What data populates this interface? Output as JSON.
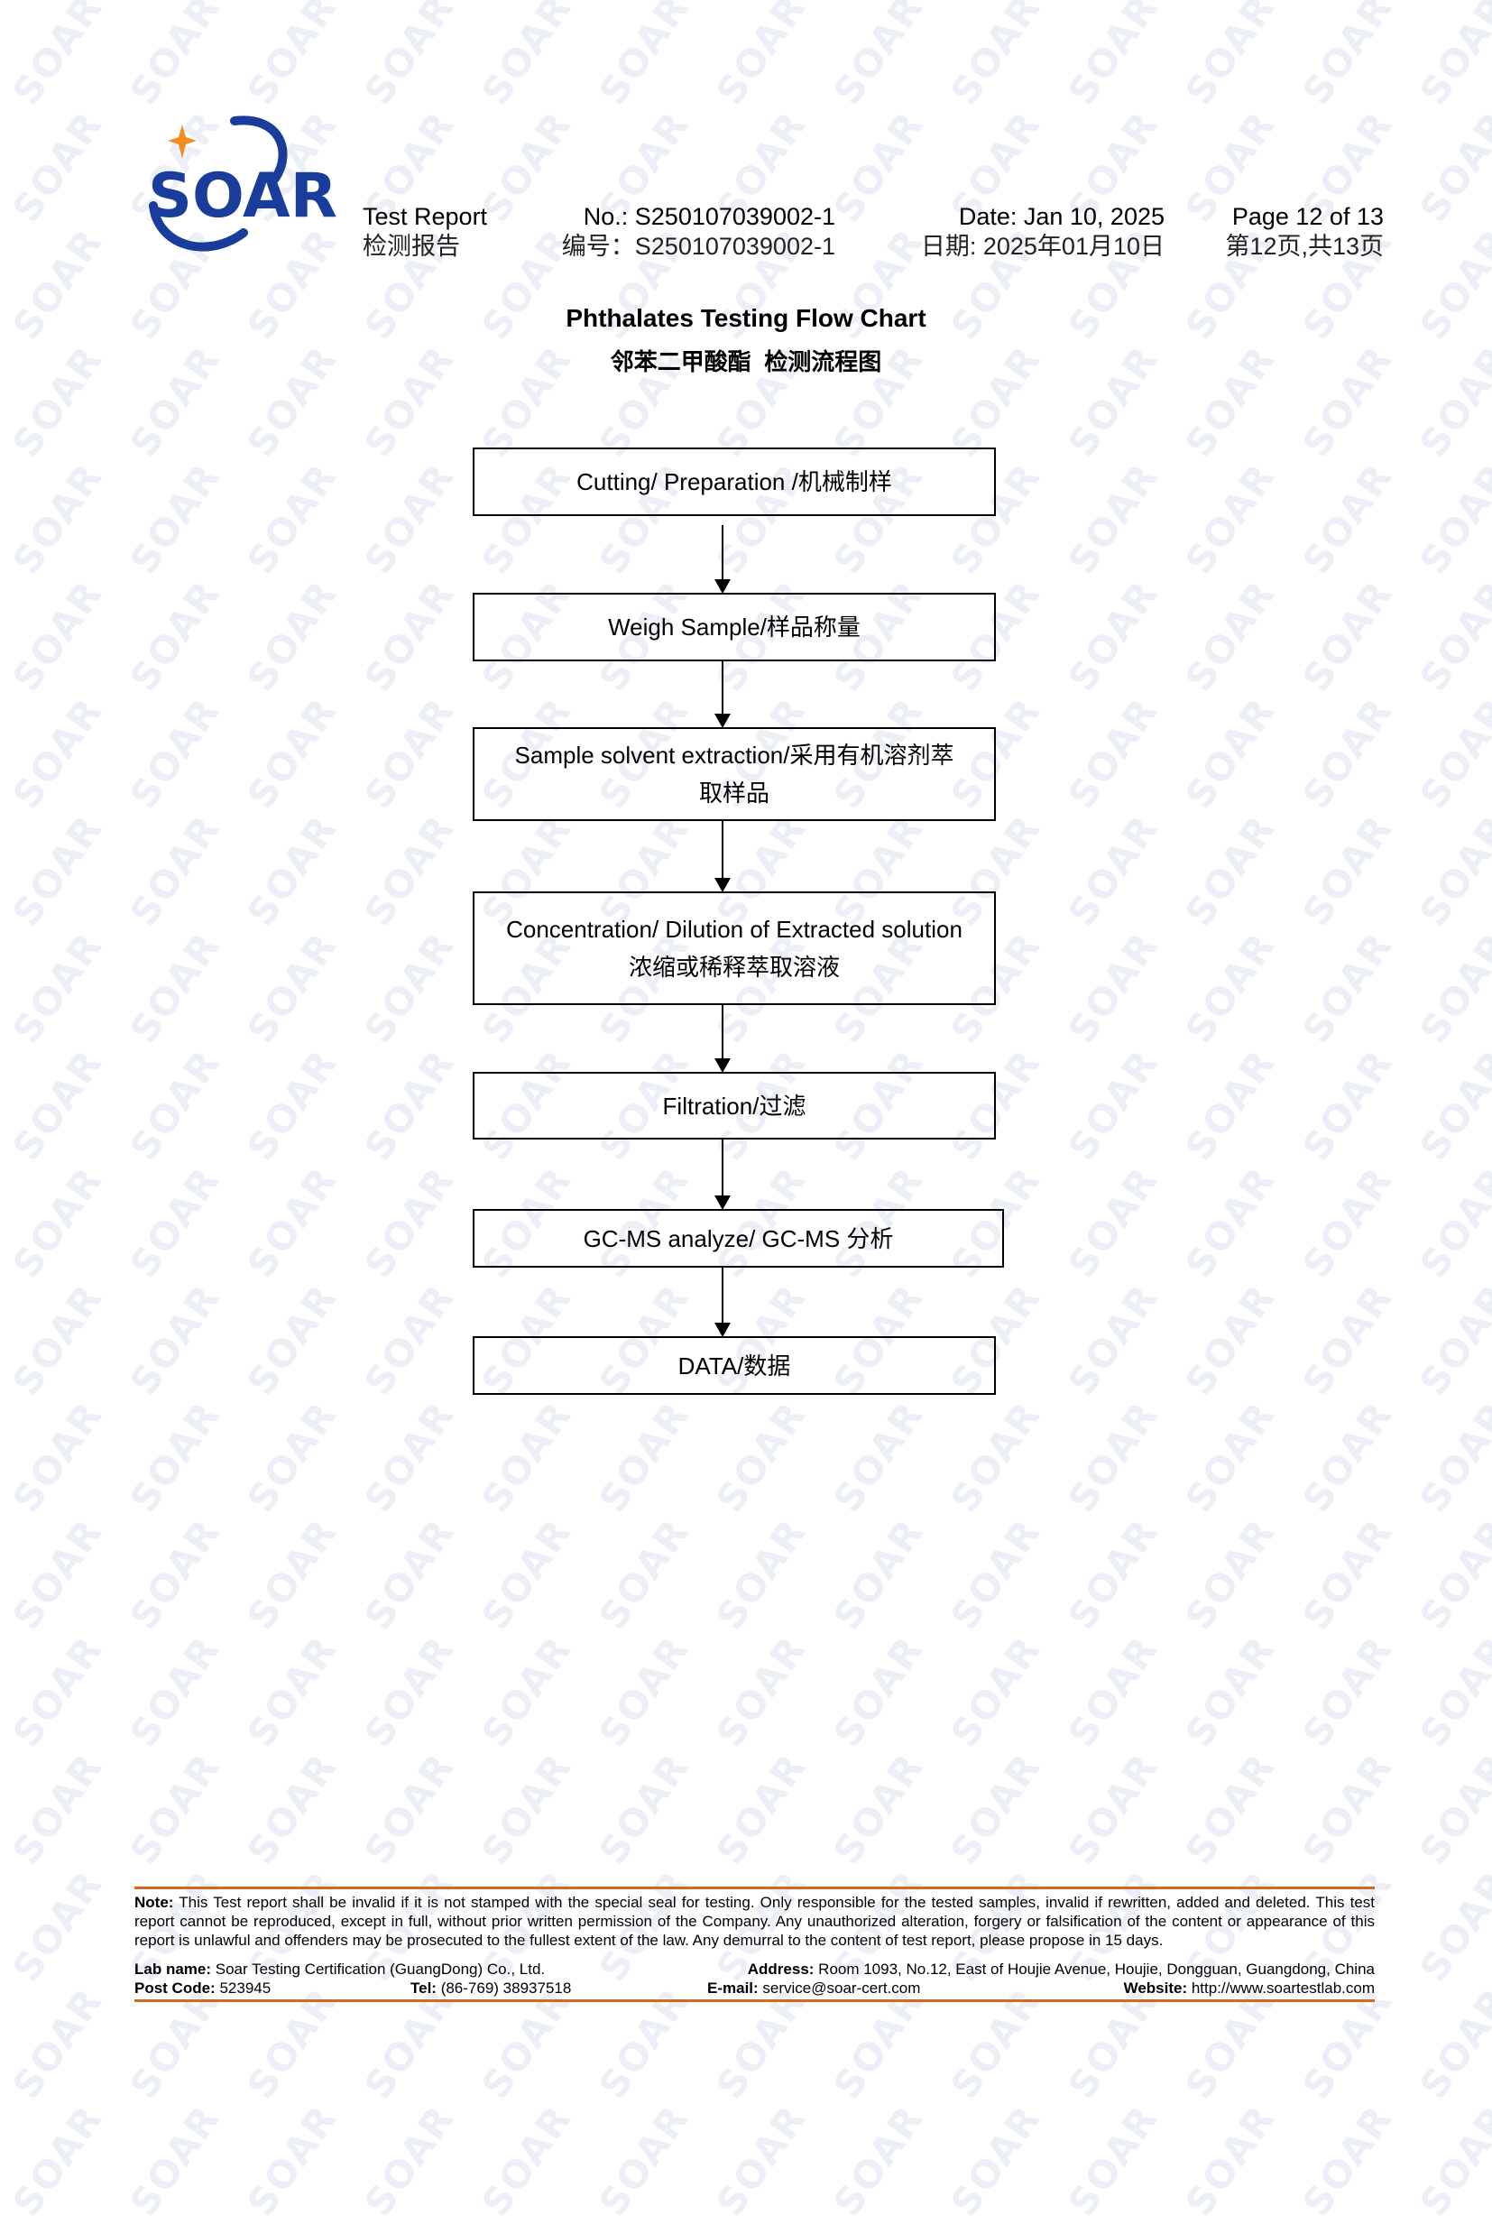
{
  "watermark": "SOAR",
  "logo": {
    "text": "SOAR",
    "colors": {
      "blue": "#1a3d9c",
      "star": "#f28c1e"
    }
  },
  "header": {
    "report_en": "Test Report",
    "report_cn": "检测报告",
    "no_en": "No.: S250107039002-1",
    "no_cn": "编号：S250107039002-1",
    "date_en": "Date: Jan 10, 2025",
    "date_cn": "日期: 2025年01月10日",
    "page_en": "Page 12 of 13",
    "page_cn": "第12页,共13页"
  },
  "title": "Phthalates Testing Flow Chart",
  "subtitle": "邻苯二甲酸酯  检测流程图",
  "flow_steps": [
    {
      "line1": "Cutting/ Preparation /机械制样"
    },
    {
      "line1": "Weigh Sample/样品称量"
    },
    {
      "line1": "Sample solvent extraction/采用有机溶剂萃",
      "line2": "取样品"
    },
    {
      "line1": "Concentration/ Dilution of Extracted solution",
      "line2": "浓缩或稀释萃取溶液"
    },
    {
      "line1": "Filtration/过滤"
    },
    {
      "line1": "GC-MS analyze/ GC-MS 分析"
    },
    {
      "line1": "DATA/数据"
    }
  ],
  "footer": {
    "accent_color": "#d2691e",
    "note_label": "Note:",
    "note_text": " This Test report shall be invalid if it is not stamped with the special seal for testing. Only responsible for the tested samples, invalid if rewritten, added and deleted. This test report cannot be reproduced, except in full, without prior written permission of the Company.   Any unauthorized alteration, forgery or falsification of the content or appearance of this report is unlawful and offenders may be prosecuted to the fullest extent of the law. Any demurral to the content of test report, please propose in 15 days.",
    "lab_label": "Lab name:",
    "lab_value": " Soar Testing Certification (GuangDong) Co., Ltd.",
    "address_label": "Address:",
    "address_value": " Room 1093, No.12, East of Houjie Avenue, Houjie, Dongguan, Guangdong, China",
    "post_label": "Post Code:",
    "post_value": " 523945",
    "tel_label": "Tel:",
    "tel_value": " (86-769) 38937518",
    "email_label": "E-mail:",
    "email_value": " service@soar-cert.com",
    "website_label": "Website:",
    "website_value": " http://www.soartestlab.com"
  }
}
